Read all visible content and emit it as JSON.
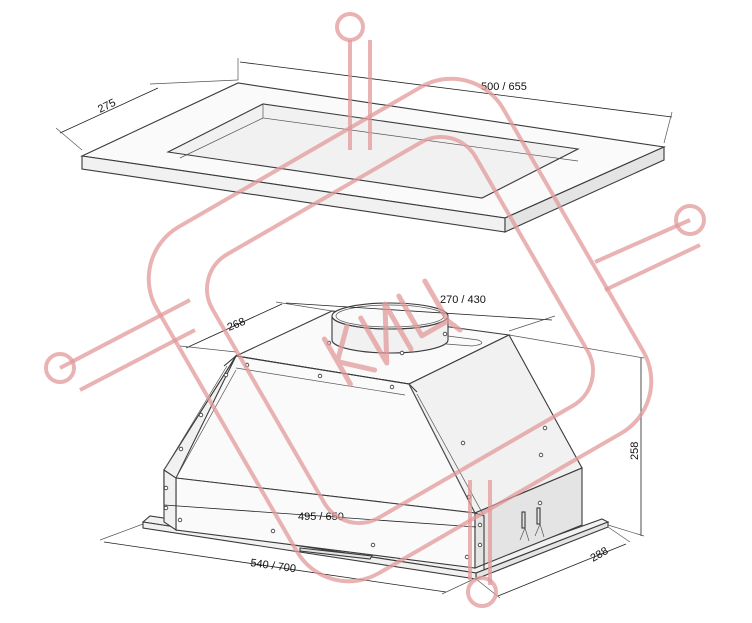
{
  "dimensions": {
    "frame_depth": "275",
    "frame_width": "500 / 655",
    "outlet_depth": "268",
    "outlet_width": "270 / 430",
    "body_width": "495 / 650",
    "base_width": "540 / 700",
    "height": "258",
    "base_depth": "288"
  },
  "watermark": {
    "text": "КИЦ",
    "color": "#e29a9a"
  }
}
